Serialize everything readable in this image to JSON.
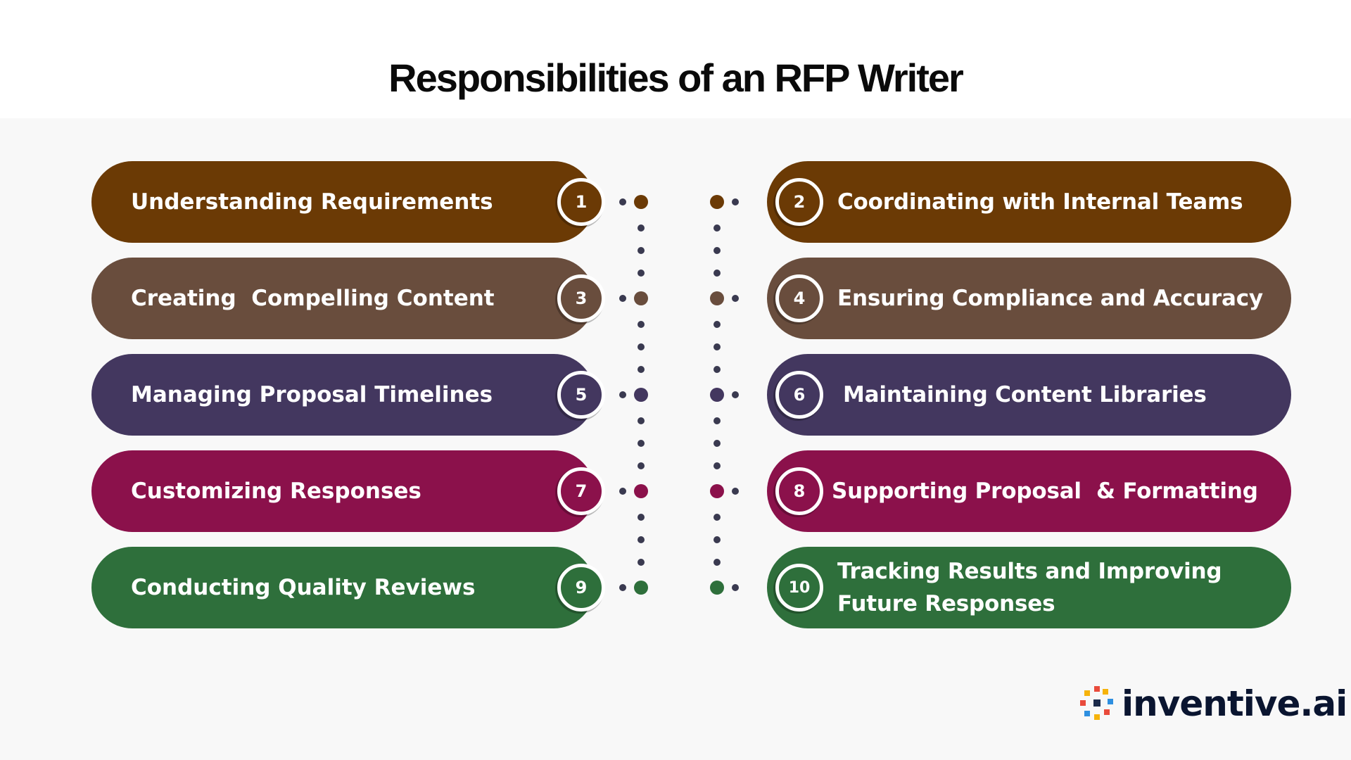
{
  "title": "Responsibilities of an RFP Writer",
  "items": [
    {
      "number": "1",
      "label": "Understanding Requirements",
      "color": "#6b3a05"
    },
    {
      "number": "2",
      "label": "Coordinating with Internal Teams",
      "color": "#6b3a05"
    },
    {
      "number": "3",
      "label": "Creating  Compelling Content",
      "color": "#694d3d"
    },
    {
      "number": "4",
      "label": "Ensuring Compliance and Accuracy",
      "color": "#694d3d"
    },
    {
      "number": "5",
      "label": "Managing Proposal Timelines",
      "color": "#43375f"
    },
    {
      "number": "6",
      "label": "Maintaining Content Libraries",
      "color": "#43375f"
    },
    {
      "number": "7",
      "label": "Customizing Responses",
      "color": "#8b114b"
    },
    {
      "number": "8",
      "label": "Supporting Proposal  & Formatting",
      "color": "#8b114b"
    },
    {
      "number": "9",
      "label": "Conducting Quality Reviews",
      "color": "#2e6f3b"
    },
    {
      "number": "10",
      "label": "Tracking Results and Improving Future Responses",
      "color": "#2e6f3b"
    }
  ],
  "logo": {
    "text": "inventive.ai",
    "icon": "sparkle-pinwheel-icon"
  }
}
